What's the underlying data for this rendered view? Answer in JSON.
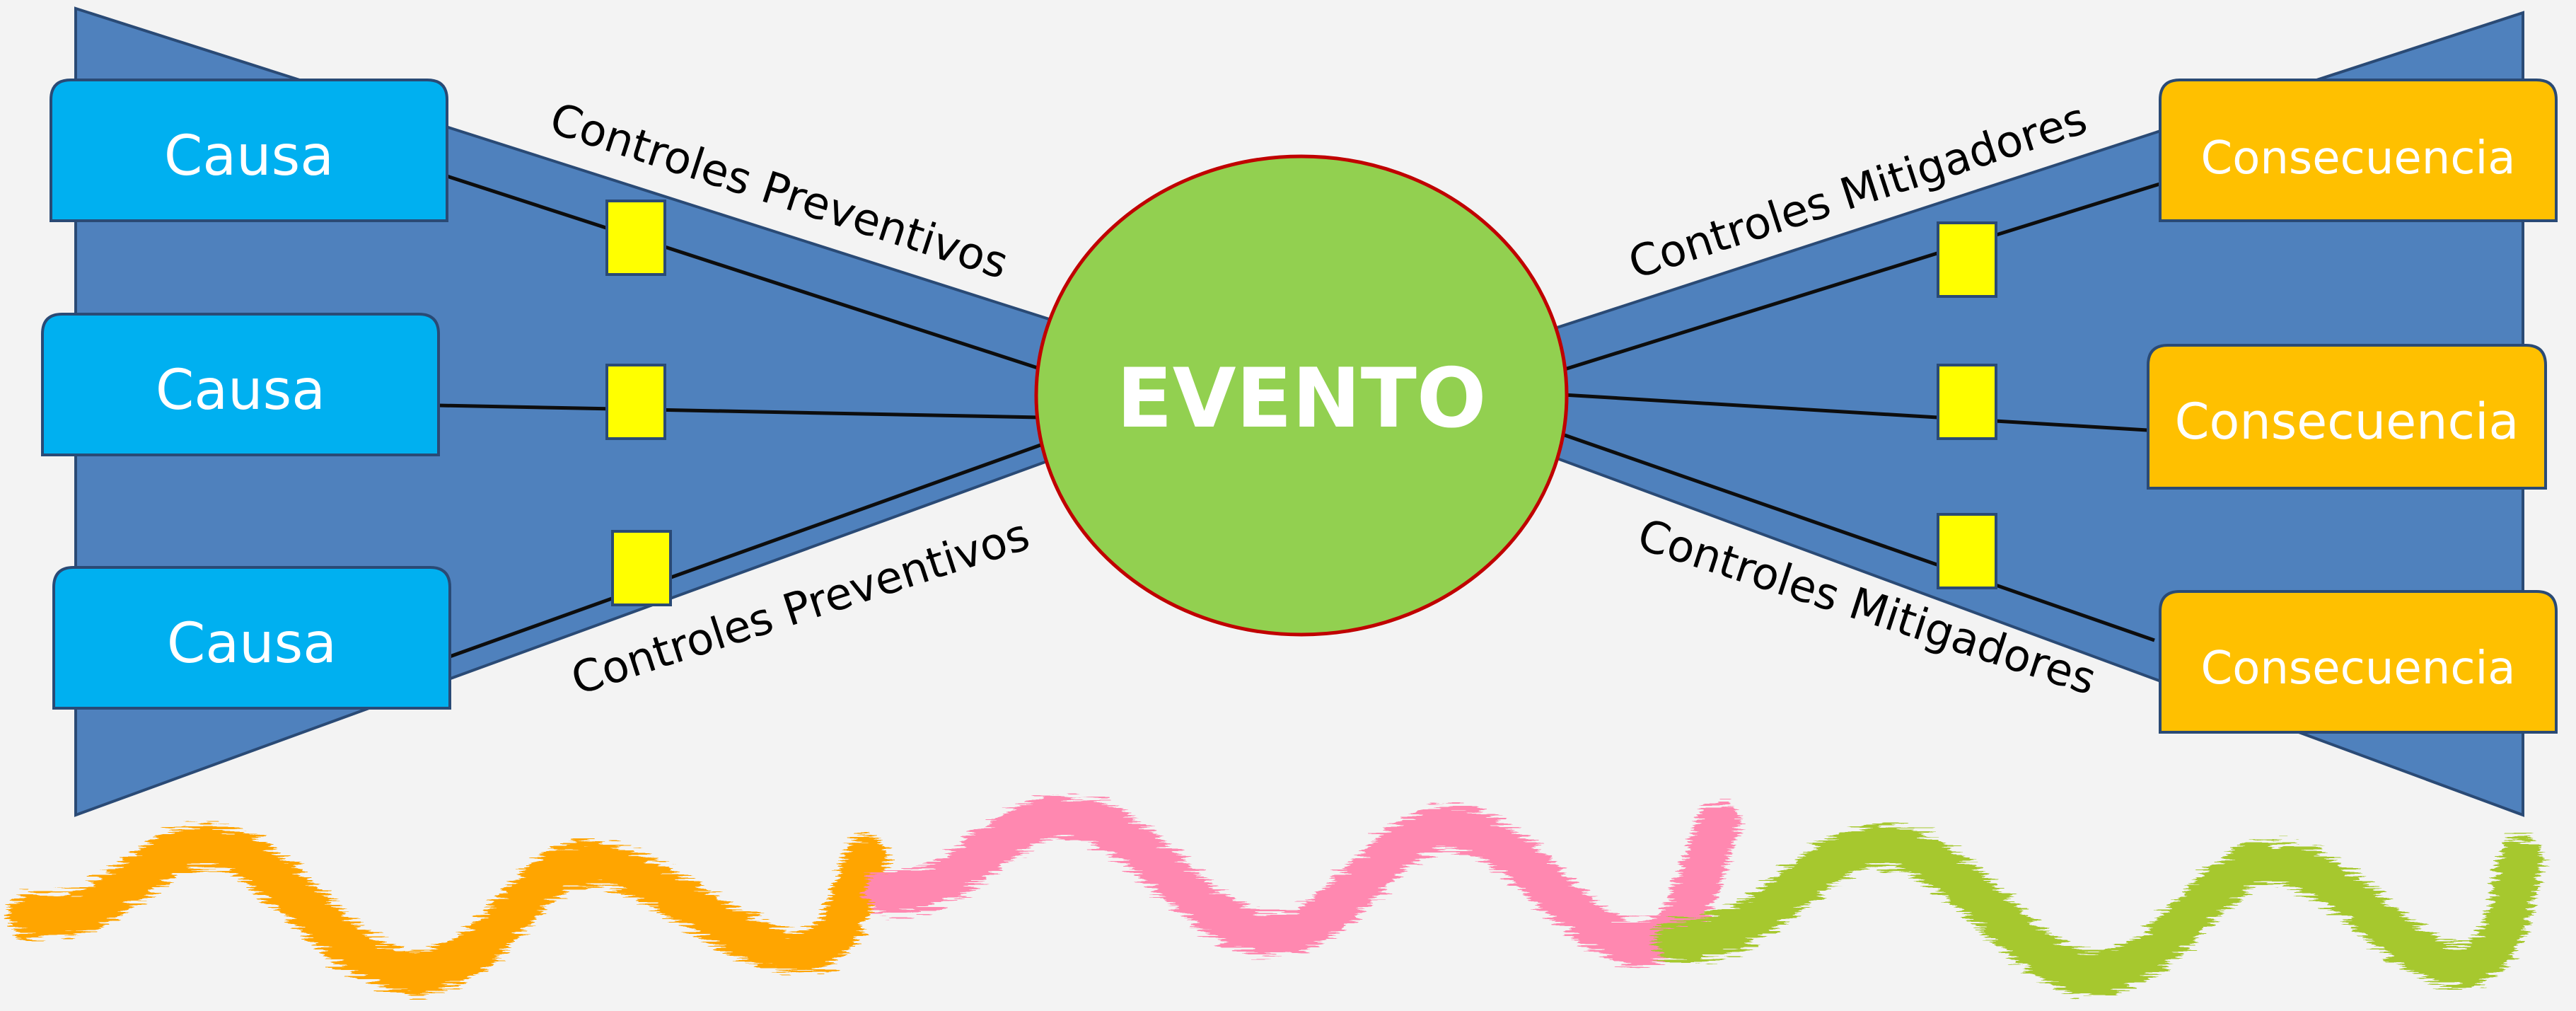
{
  "diagram": {
    "causes": [
      "Causa",
      "Causa",
      "Causa"
    ],
    "consequences": [
      "Consecuencia",
      "Consecuencia",
      "Consecuencia"
    ],
    "event": "EVENTO",
    "preventive_label_top": "Controles Preventivos",
    "preventive_label_bottom": "Controles Preventivos",
    "mitigating_label_top": "Controles Mitigadores",
    "mitigating_label_bottom": "Controles Mitigadores"
  },
  "colors": {
    "background": "#f3f3f3",
    "wing": "#4f81bd",
    "cause_box": "#00b0f0",
    "consequence_box": "#ffc000",
    "event_fill": "#92d050",
    "event_stroke": "#c00000",
    "barrier": "#ffff00",
    "stroke_line": "#0d0d0d",
    "wave_left": "#ffa500",
    "wave_middle": "#ff88b0",
    "wave_right": "#a6c82d"
  }
}
